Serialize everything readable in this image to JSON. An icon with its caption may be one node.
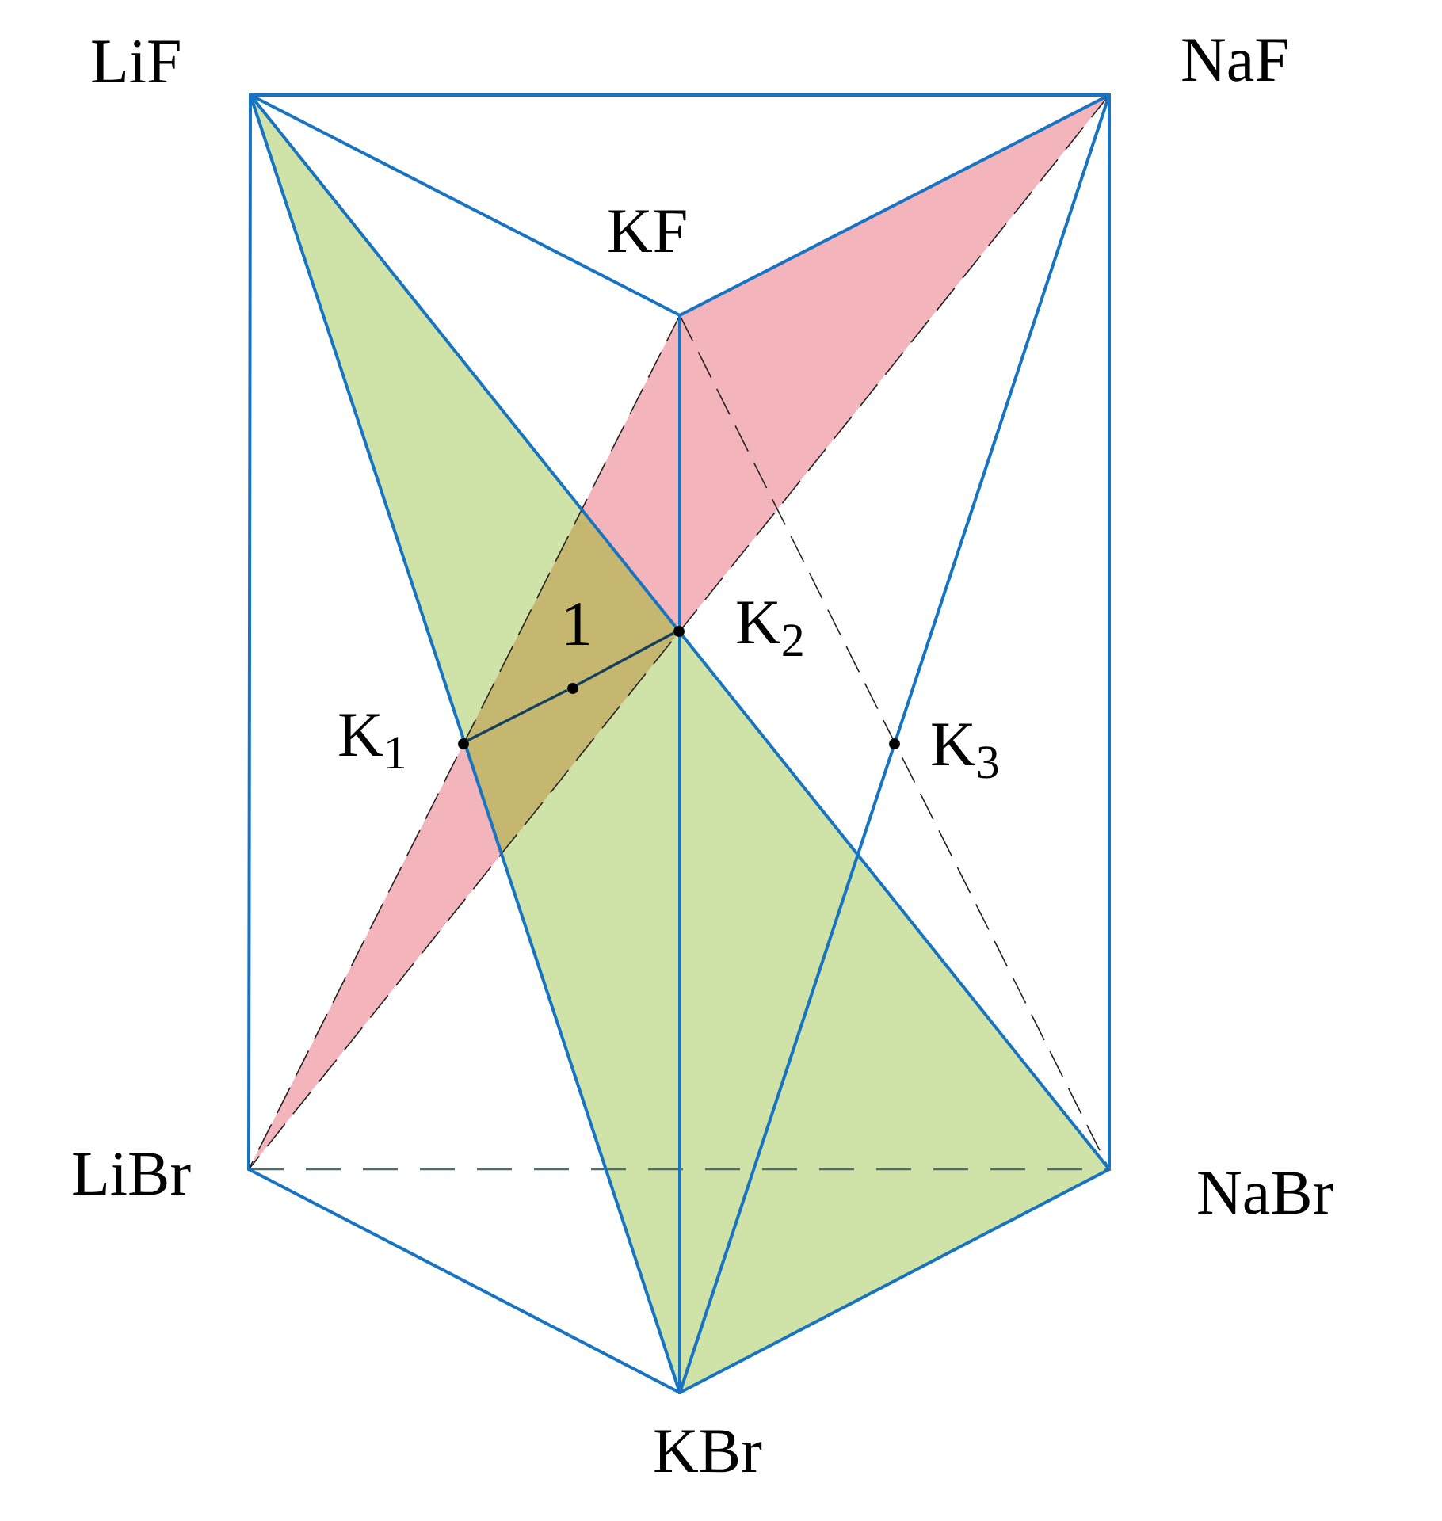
{
  "diagram": {
    "nodes": [
      {
        "text": [],
        "shape": "circle",
        "beside": [
          "1"
        ]
      },
      {
        "text": [],
        "shape": "circle",
        "beside": [
          "K$_{2}$"
        ]
      },
      {
        "text": [],
        "shape": "circle",
        "beside": [
          "K$_{1}$"
        ]
      },
      {
        "text": [],
        "shape": "circle",
        "beside": [
          "K$_{3}$"
        ]
      }
    ],
    "edges": [
      {
        "from": 2,
        "to": 0,
        "arrow": "none"
      },
      {
        "from": 0,
        "to": 1,
        "arrow": "none"
      }
    ],
    "labels": [
      "LiF",
      "NaF",
      "KF",
      "LiBr",
      "NaBr",
      "KBr"
    ]
  }
}
